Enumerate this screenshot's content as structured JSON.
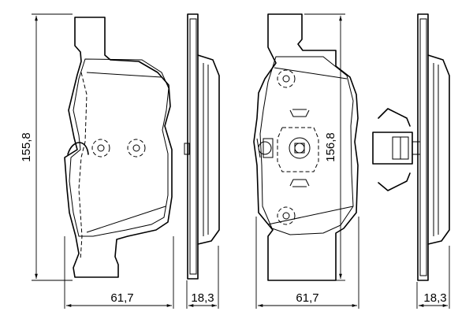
{
  "dimensions": {
    "pad1_height": "155,8",
    "pad1_width": "61,7",
    "pad1_thickness": "18,3",
    "pad2_height": "156,8",
    "pad2_width": "61,7",
    "pad2_thickness": "18,3"
  }
}
